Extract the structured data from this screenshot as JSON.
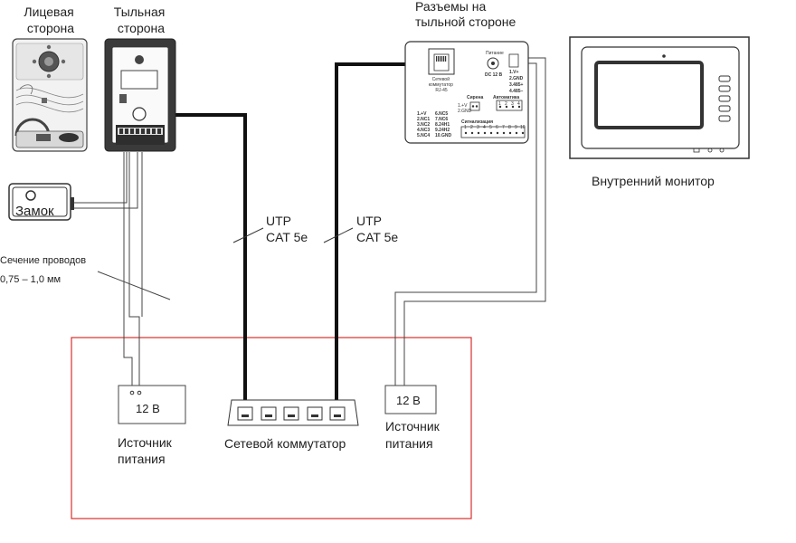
{
  "labels": {
    "front_side": [
      "Лицевая",
      "сторона"
    ],
    "back_side": [
      "Тыльная",
      "сторона"
    ],
    "rear_connectors": [
      "Разъемы на",
      "тыльной стороне"
    ],
    "internal_monitor": "Внутренний монитор",
    "lock": "Замок",
    "wire_section": "Сечение проводов",
    "wire_size": "0,75 – 1,0 мм",
    "utp_left": [
      "UTP",
      "CAT 5e"
    ],
    "utp_right": [
      "UTP",
      "CAT 5e"
    ],
    "psu_voltage_left": "12 В",
    "psu_voltage_right": "12 В",
    "psu_left": [
      "Источник",
      "питания"
    ],
    "psu_right": [
      "Источник",
      "питания"
    ],
    "network_switch": "Сетевой коммутатор"
  },
  "panel": {
    "rj45": [
      "Сетевой",
      "коммутатор",
      "RJ-45"
    ],
    "power_label": "Питание",
    "dc_label": "DC 12 В",
    "power_pins": [
      "1.V+",
      "2.GND",
      "3.485+",
      "4.485–"
    ],
    "siren_title": "Сирена",
    "siren_pins": [
      "1.+V",
      "2.GND"
    ],
    "automation_title": "Автоматика",
    "automation_pins": [
      "1",
      "2",
      "3",
      "4"
    ],
    "relay_col1": [
      "1.+V",
      "2.NC1",
      "3.NC2",
      "4.NC3",
      "5.NC4"
    ],
    "relay_col2": [
      "6.NC5",
      "7.NC6",
      "8.24H1",
      "9.24H2",
      "10.GND"
    ],
    "alarm_title": "Сигнализация",
    "alarm_pins": [
      "1",
      "2",
      "3",
      "4",
      "5",
      "6",
      "7",
      "8",
      "9",
      "10"
    ]
  },
  "colors": {
    "line": "#333333",
    "cable": "#111111",
    "frame": "#d9302c"
  }
}
